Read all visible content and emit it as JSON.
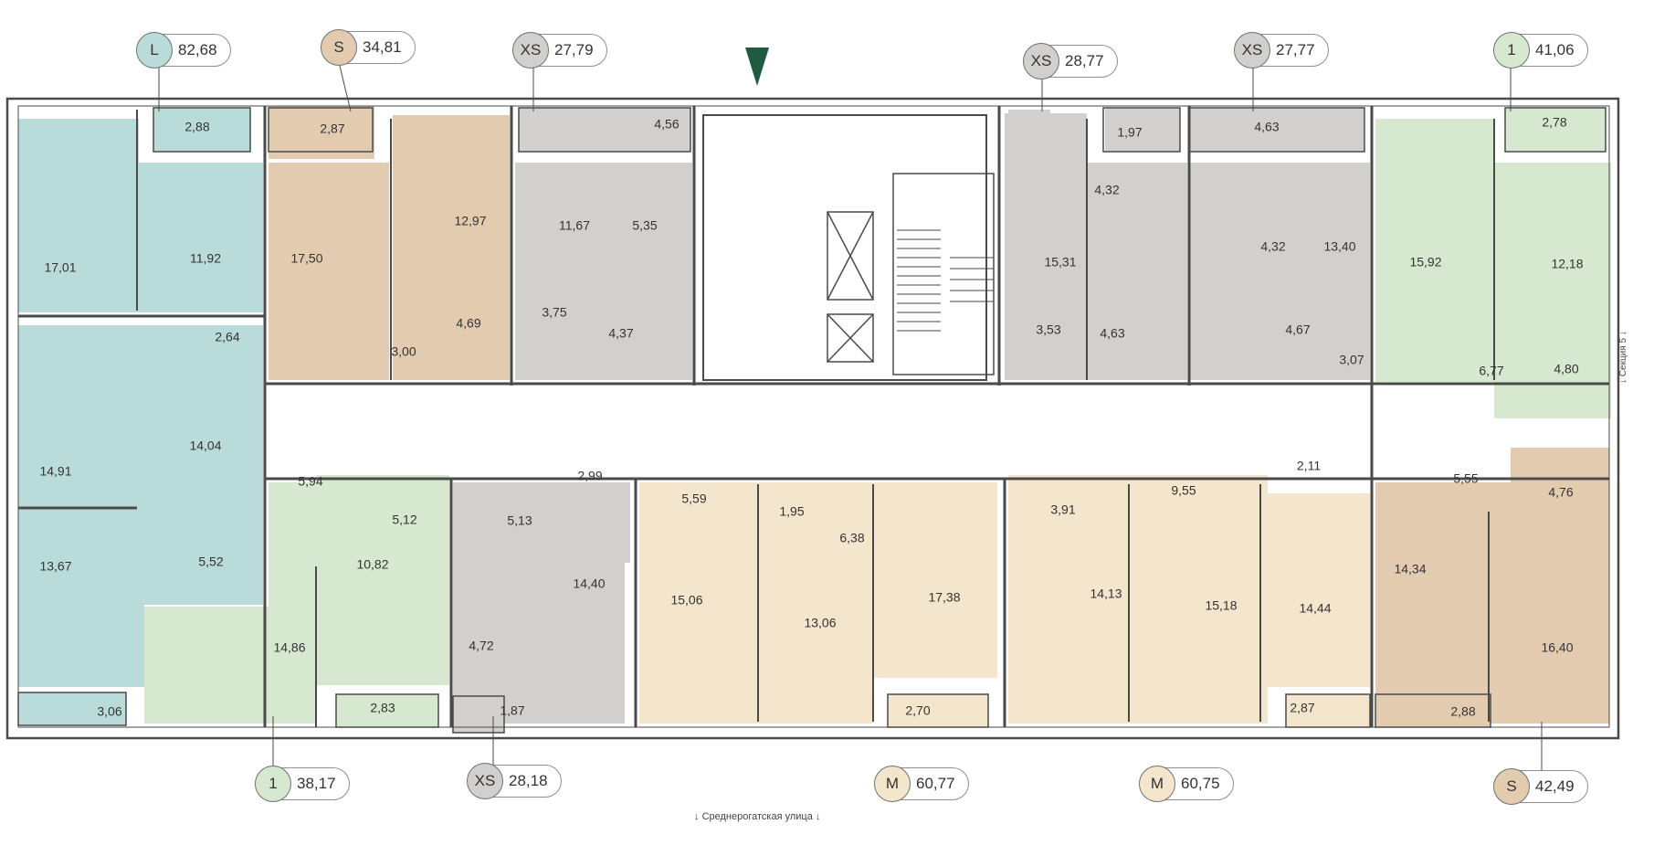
{
  "markers": [
    {
      "type": "L",
      "area": "82,68",
      "color": "#b9dcda"
    },
    {
      "type": "S",
      "area": "34,81",
      "color": "#e3cbb0"
    },
    {
      "type": "XS",
      "area": "27,79",
      "color": "#d2d0cf"
    },
    {
      "type": "XS",
      "area": "28,77",
      "color": "#d2d0cf"
    },
    {
      "type": "XS",
      "area": "27,77",
      "color": "#d2d0cf"
    },
    {
      "type": "1",
      "area": "41,06",
      "color": "#d6e8cf"
    },
    {
      "type": "1",
      "area": "38,17",
      "color": "#d6e8cf"
    },
    {
      "type": "XS",
      "area": "28,18",
      "color": "#d2d0cf"
    },
    {
      "type": "M",
      "area": "60,77",
      "color": "#f4e6cc"
    },
    {
      "type": "M",
      "area": "60,75",
      "color": "#f4e6cc"
    },
    {
      "type": "S",
      "area": "42,49",
      "color": "#e3cbb0"
    }
  ],
  "room_areas": [
    "2,88",
    "17,01",
    "11,92",
    "2,64",
    "14,91",
    "14,04",
    "13,67",
    "5,52",
    "3,06",
    "2,87",
    "17,50",
    "12,97",
    "3,00",
    "4,69",
    "4,56",
    "11,67",
    "5,35",
    "3,75",
    "4,37",
    "1,97",
    "4,32",
    "15,31",
    "3,53",
    "4,63",
    "4,63",
    "4,32",
    "13,40",
    "4,67",
    "3,07",
    "2,78",
    "15,92",
    "12,18",
    "6,77",
    "4,80",
    "5,94",
    "5,12",
    "10,82",
    "14,86",
    "2,83",
    "5,13",
    "2,99",
    "4,72",
    "14,40",
    "1,87",
    "5,59",
    "1,95",
    "6,38",
    "15,06",
    "13,06",
    "17,38",
    "2,70",
    "3,91",
    "9,55",
    "2,11",
    "14,13",
    "15,18",
    "14,44",
    "2,87",
    "5,55",
    "4,76",
    "14,34",
    "16,40",
    "2,88"
  ],
  "street_label": "Среднерогатская улица",
  "section_label": "Секция 5",
  "colors": {
    "L": "#b9dcda",
    "S": "#e3cbb0",
    "XS": "#d2d0cf",
    "one_room": "#d6e8cf",
    "M": "#f4e6cc",
    "walls": "#4a4a4a",
    "entrance_arrow": "#1f5a41"
  }
}
